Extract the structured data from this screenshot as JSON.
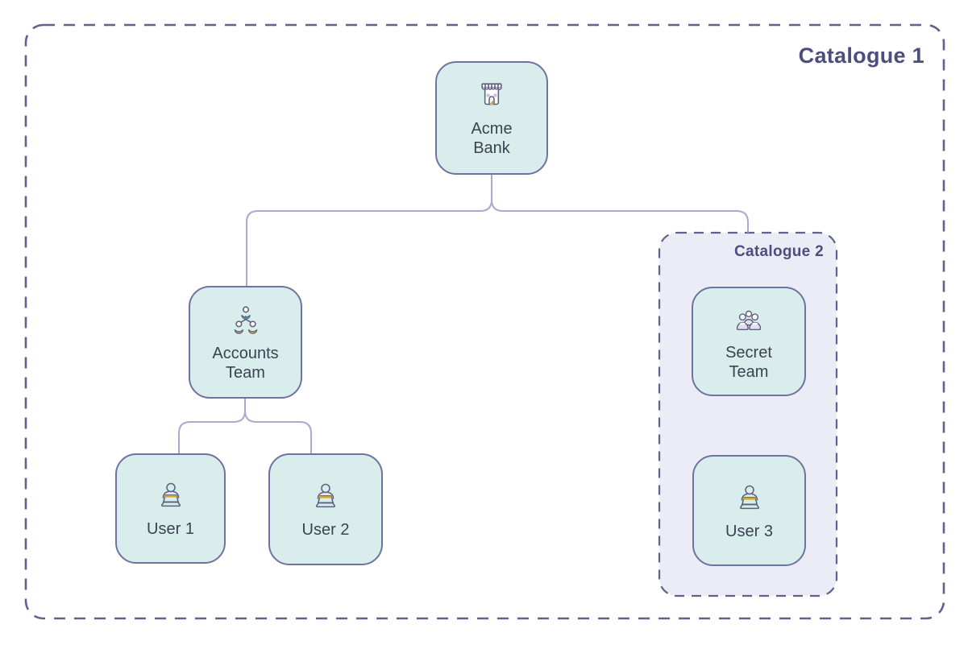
{
  "diagram": {
    "catalogue1": {
      "label": "Catalogue 1"
    },
    "catalogue2": {
      "label": "Catalogue 2"
    },
    "nodes": {
      "acme_bank": {
        "label": "Acme\nBank",
        "icon": "storefront-icon"
      },
      "accounts_team": {
        "label": "Accounts\nTeam",
        "icon": "team-hierarchy-icon"
      },
      "user1": {
        "label": "User 1",
        "icon": "person-laptop-icon"
      },
      "user2": {
        "label": "User 2",
        "icon": "person-laptop-icon"
      },
      "secret_team": {
        "label": "Secret\nTeam",
        "icon": "people-group-icon"
      },
      "user3": {
        "label": "User 3",
        "icon": "person-laptop-icon"
      }
    },
    "containment": {
      "catalogue1": [
        "acme_bank",
        "accounts_team",
        "user1",
        "user2",
        "catalogue2"
      ],
      "catalogue2": [
        "secret_team",
        "user3"
      ]
    },
    "edges": [
      {
        "from": "acme_bank",
        "to": "accounts_team"
      },
      {
        "from": "acme_bank",
        "to": "catalogue2"
      },
      {
        "from": "accounts_team",
        "to": "user1"
      },
      {
        "from": "accounts_team",
        "to": "user2"
      }
    ],
    "colors": {
      "background": "#ffffff",
      "node_fill": "#d9eeec",
      "node_border": "#6e73a0",
      "node_text": "#3b4252",
      "connector": "#a8aad2",
      "catalogue_border": "#5f628c",
      "catalogue2_fill": "#ebecf6",
      "catalogue_label_text": "#4c4e7d",
      "accent_gold": "#dca62b",
      "accent_teal": "#4db6a5",
      "accent_coral": "#ef8080",
      "accent_yellow": "#e0b33c",
      "accent_lavender": "#c9c2e6",
      "group_body_lavender": "#e2dff2"
    }
  }
}
